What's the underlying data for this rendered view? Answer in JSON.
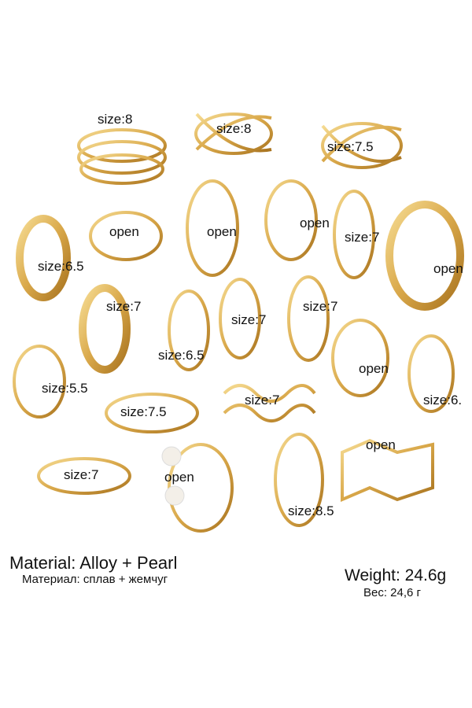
{
  "colors": {
    "gold": "#d9a84a",
    "gold_light": "#f6dc93",
    "gold_dark": "#a8731f"
  },
  "labels": [
    "size:8",
    "size:8",
    "size:7.5",
    "size:6.5",
    "open",
    "open",
    "open",
    "size:7",
    "open",
    "size:7",
    "size:6.5",
    "size:7",
    "size:7",
    "size:5.5",
    "size:7.5",
    "size:7",
    "open",
    "size:6.",
    "size:7",
    "open",
    "size:8.5",
    "open"
  ],
  "material": {
    "en": "Material: Alloy + Pearl",
    "ru": "Материал: сплав + жемчуг"
  },
  "weight": {
    "en": "Weight: 24.6g",
    "ru": "Вес: 24,6 г"
  }
}
